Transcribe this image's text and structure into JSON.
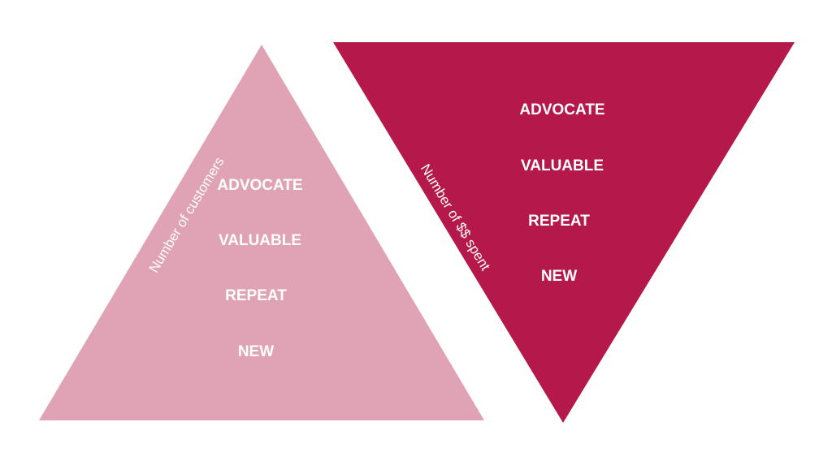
{
  "colors": {
    "customer_pyramid": "#E0A3B6",
    "spend_pyramid": "#B5194C",
    "text": "#FFFFFF",
    "background": "#FFFFFF"
  },
  "customer_pyramid": {
    "axis_label": "Number of customers",
    "levels": [
      "ADVOCATE",
      "VALUABLE",
      "REPEAT",
      "NEW"
    ]
  },
  "spend_pyramid": {
    "axis_label": "Number of $$ spent",
    "levels": [
      "ADVOCATE",
      "VALUABLE",
      "REPEAT",
      "NEW"
    ]
  }
}
